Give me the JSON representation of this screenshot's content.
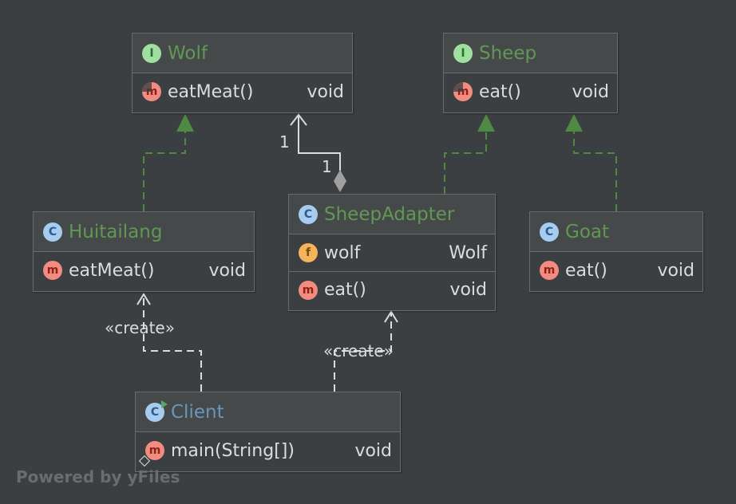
{
  "watermark": "Powered by yFiles",
  "colors": {
    "background": "#3c3f41",
    "interface_name": "#629755",
    "class_name": "#629755",
    "runnable_class_name": "#6897bb",
    "text": "#dcdcdc",
    "implements_edge": "#4e8a42"
  },
  "nodes": {
    "wolf": {
      "kind": "interface",
      "badge": "I",
      "name": "Wolf",
      "members": [
        {
          "badge": "m",
          "name": "eatMeat()",
          "type": "void",
          "abstract": true
        }
      ]
    },
    "sheep": {
      "kind": "interface",
      "badge": "I",
      "name": "Sheep",
      "members": [
        {
          "badge": "m",
          "name": "eat()",
          "type": "void",
          "abstract": true
        }
      ]
    },
    "huitailang": {
      "kind": "class",
      "badge": "C",
      "name": "Huitailang",
      "members": [
        {
          "badge": "m",
          "name": "eatMeat()",
          "type": "void"
        }
      ]
    },
    "sheepadapter": {
      "kind": "class",
      "badge": "C",
      "name": "SheepAdapter",
      "fields": [
        {
          "badge": "f",
          "name": "wolf",
          "type": "Wolf"
        }
      ],
      "members": [
        {
          "badge": "m",
          "name": "eat()",
          "type": "void"
        }
      ]
    },
    "goat": {
      "kind": "class",
      "badge": "C",
      "name": "Goat",
      "members": [
        {
          "badge": "m",
          "name": "eat()",
          "type": "void"
        }
      ]
    },
    "client": {
      "kind": "class",
      "badge": "C",
      "name": "Client",
      "members": [
        {
          "badge": "m",
          "name": "main(String[])",
          "type": "void"
        }
      ]
    }
  },
  "edges": {
    "aggregation_source_multiplicity": "1",
    "aggregation_target_multiplicity": "1",
    "create_label_1": "«create»",
    "create_label_2": "«create»"
  }
}
